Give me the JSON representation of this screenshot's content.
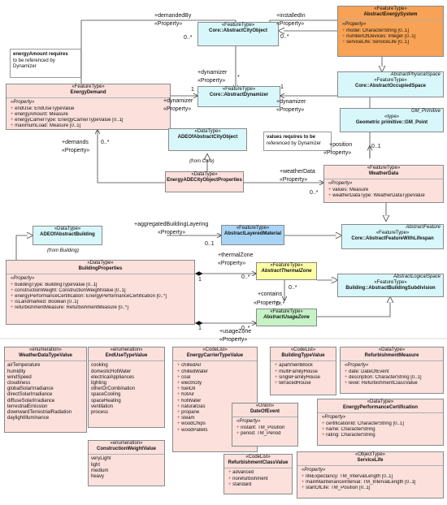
{
  "stereo": {
    "featuretype": "«FeatureType»",
    "datatype": "«DataType»",
    "enumeration": "«enumeration»",
    "codelist": "«CodeList»",
    "union": "«Union»",
    "objecttype": "«ObjectType»",
    "property": "«Property»",
    "type": "«type»"
  },
  "classes": {
    "core_city_object": "Core::AbstractCityObject",
    "core_dynamizer": "Core::AbstractDynamizer",
    "energy_system": "AbstractEnergySystem",
    "energy_system_attrs": [
      "model: CharacterString [0..1]",
      "numberOfDevices: Integer [0..1]",
      "serviceLife: ServiceLife [0..1]"
    ],
    "energy_demand": "EnergyDemand",
    "energy_demand_attrs": [
      "endUse: EndUseTypeValue",
      "energyAmount: Measure",
      "energyCarrierType: EnergyCarrierTypeValue [0..1]",
      "maximumLoad: Measure [0..1]"
    ],
    "occupied_space_label": "AbstractPhysicalSpace",
    "occupied_space": "Core::AbstractOccupiedSpace",
    "gm_primitive_label": "GM_Primitive",
    "geometric_primitive": "Geometric primitive::GM_Point",
    "ade_city_object": "ADEOfAbstractCityObject",
    "from_core": "(from Core)",
    "energy_ade_props": "EnergyADECityObjectProperties",
    "weather_data": "WeatherData",
    "weather_data_attrs": [
      "values: Measure",
      "weatherDataType: WeatherDataTypeValue"
    ],
    "ade_building": "ADEOfAbstractBuilding",
    "from_building": "(from Building)",
    "layered_material": "AbstractLayeredMaterial",
    "abstract_feature_label": "AbstractFeature",
    "feature_with_lifespan": "Core::AbstractFeatureWithLifespan",
    "building_properties": "BuildingProperties",
    "building_properties_attrs": [
      "buildingType: BuildingTypeValue [0..1]",
      "constructionWeight: ConstructionWeightValue [0..1]",
      "energyPerformanceCertification: EnergyPerformanceCertification [0..*]",
      "isLandmarked: Boolean [0..1]",
      "refurbishmentMeasure: RefurbishmentMeasure [0..*]"
    ],
    "thermal_zone": "AbstractThermalZone",
    "logical_space_label": "AbstractLogicalSpace",
    "building_subdivision": "Building::AbstractBuildingSubdivision",
    "usage_zone": "AbstractUsageZone",
    "weather_type": "WeatherDataTypeValue",
    "weather_type_values": [
      "airTemperature",
      "humidity",
      "windSpeed",
      "cloudiness",
      "globalSolarIrradiance",
      "directSolarIrradiance",
      "diffuseSolarIrradiance",
      "terrestrialEmission",
      "downwardTerrestrialRadiation",
      "daylightIlluminance"
    ],
    "end_use": "EndUseTypeValue",
    "end_use_values": [
      "cooking",
      "domesticHotWater",
      "electricalAppliances",
      "lighting",
      "otherOrCombination",
      "spaceCooling",
      "spaceHeating",
      "ventilation",
      "process"
    ],
    "carrier": "EnergyCarrierTypeValue",
    "carrier_values": [
      "chilledAir",
      "chilledWater",
      "coal",
      "electricity",
      "fuelOil",
      "hotAir",
      "hotWater",
      "naturalGas",
      "propane",
      "steam",
      "woodChips",
      "woodPallets"
    ],
    "building_type": "BuildingTypeValue",
    "building_type_values": [
      "apartmentBlock",
      "multiFamilyHouse",
      "singleFamilyHouse",
      "terracedHouse"
    ],
    "refurbishment": "RefurbishmentMeasure",
    "refurbishment_attrs": [
      "date: DateOfEvent",
      "description: CharacterString [0..1]",
      "level: RefurbishmentClassValue"
    ],
    "construction_weight": "ConstructionWeightValue",
    "construction_weight_values": [
      "veryLight",
      "light",
      "medium",
      "heavy"
    ],
    "date_of_event": "DateOfEvent",
    "date_of_event_attrs": [
      "instant: TM_Position",
      "period: TM_Period"
    ],
    "epc": "EnergyPerformanceCertification",
    "epc_attrs": [
      "certificationId: CharacterString [0..1]",
      "name: CharacterString",
      "rating: CharacterString"
    ],
    "refurb_class": "RefurbishmentClassValue",
    "refurb_class_values": [
      "advanced",
      "norefurbishment",
      "standard"
    ],
    "service_life": "ServiceLife",
    "service_life_attrs": [
      "lifeExpectancy: TM_IntervalLength [0..1]",
      "mainMaintenanceInterval: TM_IntervalLength [0..1]",
      "startOfLife: TM_Position [0..1]"
    ]
  },
  "notes": {
    "energy_amount": [
      "energyAmount requires",
      "to be referenced by",
      "Dynamizer"
    ],
    "values": [
      "values requires to be",
      "referenced by Dynamizer"
    ]
  },
  "labels": {
    "demanded_by": "+demandedBy",
    "installed_in": "+installedIn",
    "property": "«Property»",
    "dynamizer": "+dynamizer",
    "demands": "+demands",
    "position": "+position",
    "weather_data": "+weatherData",
    "aggregated_layering": "+aggregatedBuildingLayering",
    "thermal_zone": "+thermalZone",
    "contains": "+contains",
    "usage_zone": "+usageZone",
    "m_0star": "0..*",
    "m_star": "*",
    "m_1": "1",
    "m_01": "0..1"
  }
}
